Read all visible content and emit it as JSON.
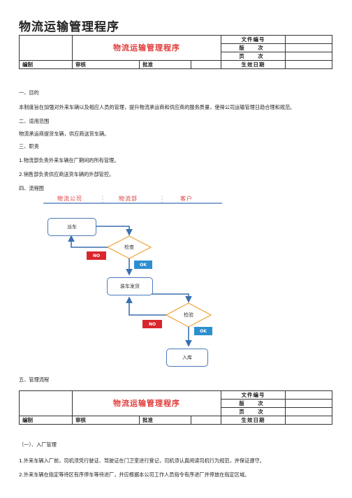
{
  "title": "物流运输管理程序",
  "header_table": {
    "doc_title": "物流运输管理程序",
    "fields": [
      "文件编号",
      "版　次",
      "页　次"
    ],
    "sign_row": [
      "编制",
      "审核",
      "批准",
      "生效日期"
    ]
  },
  "sections": {
    "s1_title": "一、目的",
    "s1_text": "本制度旨在加强对外来车辆以及相应人员的管理，提升物流承运商和供应商的服务质量，使得公司运输管理日趋合理和规范。",
    "s2_title": "二、适用范围",
    "s2_text": "物流承运商提货车辆，供应商送货车辆。",
    "s3_title": "三、职责",
    "s3_item1": "1.物流部负责外来车辆在厂期间的所有管理。",
    "s3_item2": "2.销售部负责供应商送货车辆的外部管控。",
    "s4_title": "四、流程图",
    "s5_title": "五、管理流程",
    "s5_sub": "（一）、入厂管理",
    "s5_item1": "1.外来车辆入厂前，司机须凭行驶证、驾驶证在门卫室进行登记，司机须认真阅读司机行为规范，并保证遵守。",
    "s5_item2": "2.外来车辆在指定等待区有序停车等待进厂，并应根据本公司工作人员指令有序进厂并停放在指定区域。"
  },
  "flowchart": {
    "lanes": [
      "物流公司",
      "物流部",
      "客户"
    ],
    "nodes": {
      "dispatch": "派车",
      "check": "检查",
      "load": "装车发货",
      "inspect": "检验",
      "storage": "入库"
    },
    "no_label": "NO",
    "ok_label": "OK",
    "colors": {
      "lane_text": "#e23b3b",
      "box_border": "#4a7ab8",
      "diamond_border": "#f0a030",
      "arrow": "#3a6fb0",
      "no_button": "#d8262c",
      "ok_button": "#2c8fd0"
    }
  }
}
